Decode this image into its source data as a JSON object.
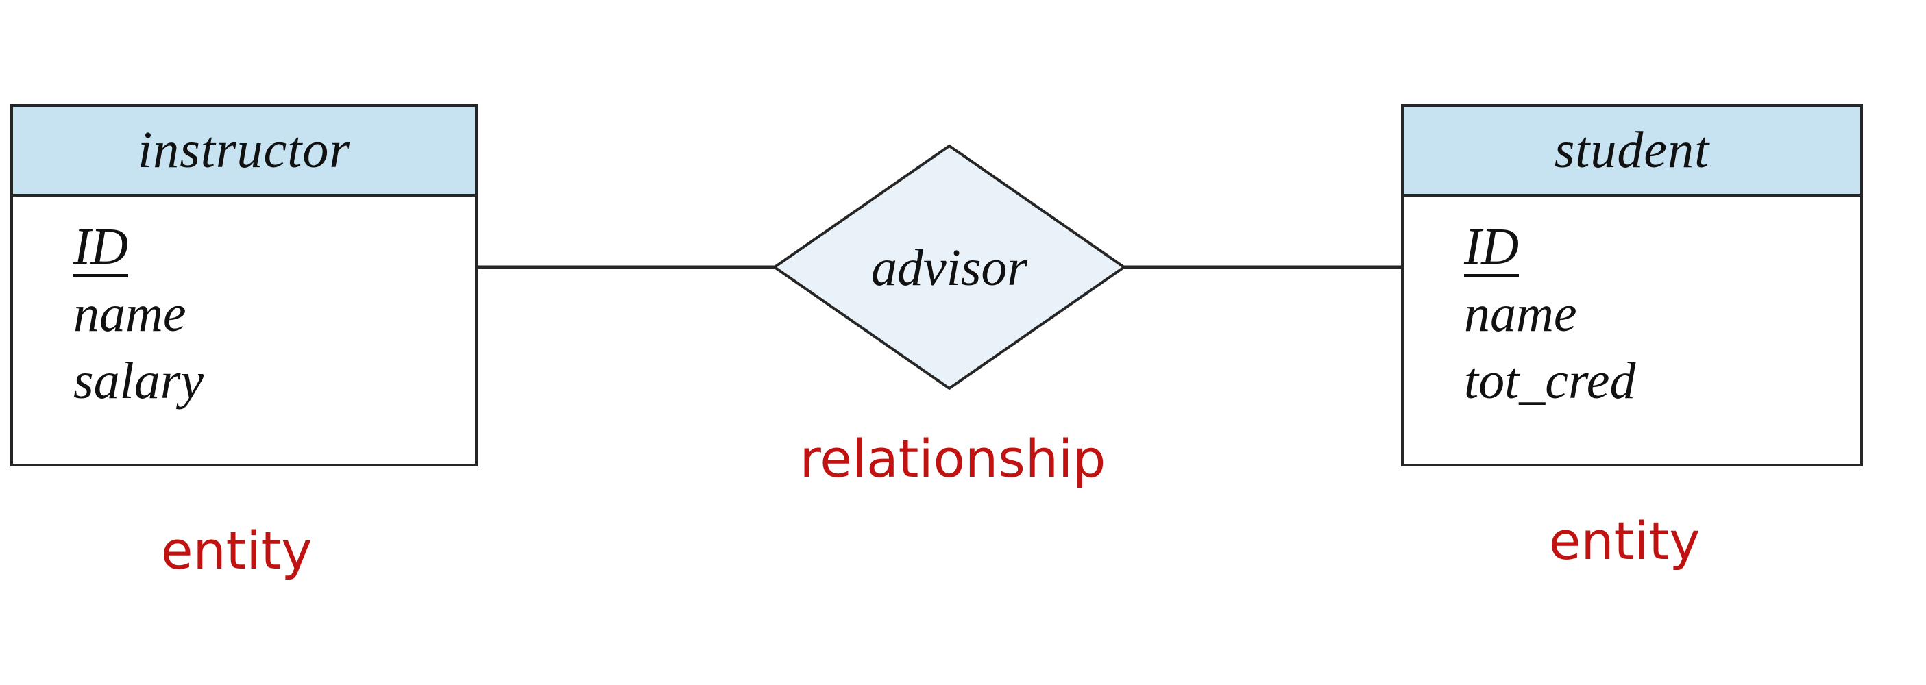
{
  "diagram": {
    "type": "er-diagram",
    "background_color": "#ffffff",
    "stroke_color": "#262626",
    "entity_header_fill": "#c7e3f1",
    "relationship_fill": "#e9f2f8",
    "annotation_color": "#c11212",
    "entities": [
      {
        "title": "instructor",
        "attributes": [
          {
            "name": "ID",
            "primary_key": true
          },
          {
            "name": "name",
            "primary_key": false
          },
          {
            "name": "salary",
            "primary_key": false
          }
        ],
        "annotation": "entity"
      },
      {
        "title": "student",
        "attributes": [
          {
            "name": "ID",
            "primary_key": true
          },
          {
            "name": "name",
            "primary_key": false
          },
          {
            "name": "tot_cred",
            "primary_key": false
          }
        ],
        "annotation": "entity"
      }
    ],
    "relationship": {
      "name": "advisor",
      "annotation": "relationship",
      "connects": "instructor-student"
    }
  }
}
